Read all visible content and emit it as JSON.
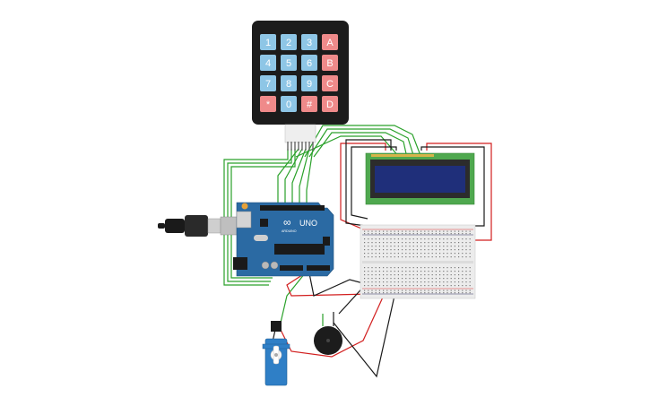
{
  "keypad": {
    "keys": [
      [
        "1",
        "2",
        "3",
        "A"
      ],
      [
        "4",
        "5",
        "6",
        "B"
      ],
      [
        "7",
        "8",
        "9",
        "C"
      ],
      [
        "*",
        "0",
        "#",
        "D"
      ]
    ]
  },
  "arduino": {
    "logo": "∞",
    "model": "UNO",
    "brand": "ARDUINO"
  },
  "colors": {
    "wire_green": "#2aa12a",
    "wire_red": "#d21f1f",
    "wire_black": "#1a1a1a",
    "board_blue": "#2b6aa3",
    "key_blue": "#8ec6e6",
    "key_red": "#ef8a8a",
    "lcd_green": "#4fa84f",
    "lcd_screen": "#1f2f7a",
    "servo_blue": "#2f7fc6"
  }
}
